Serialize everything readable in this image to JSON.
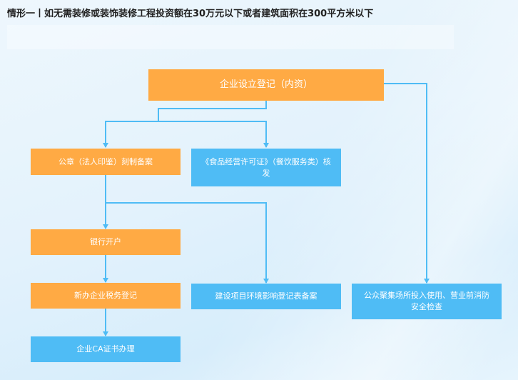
{
  "title": "情形一丨如无需装修或装饰装修工程投资额在30万元以下或者建筑面积在300平方米以下",
  "colors": {
    "orange": "#ffaa44",
    "blue": "#4fbcf5",
    "connector": "#4fbcf5"
  },
  "nodes": {
    "registration": "企业设立登记（内资）",
    "seal": "公章（法人印鉴）刻制备案",
    "food_license": "《食品经营许可证》（餐饮服务类）核发",
    "bank": "银行开户",
    "tax": "新办企业税务登记",
    "ca": "企业CA证书办理",
    "environment": "建设项目环境影响登记表备案",
    "fire_safety": "公众聚集场所投入使用、营业前消防安全检查"
  }
}
